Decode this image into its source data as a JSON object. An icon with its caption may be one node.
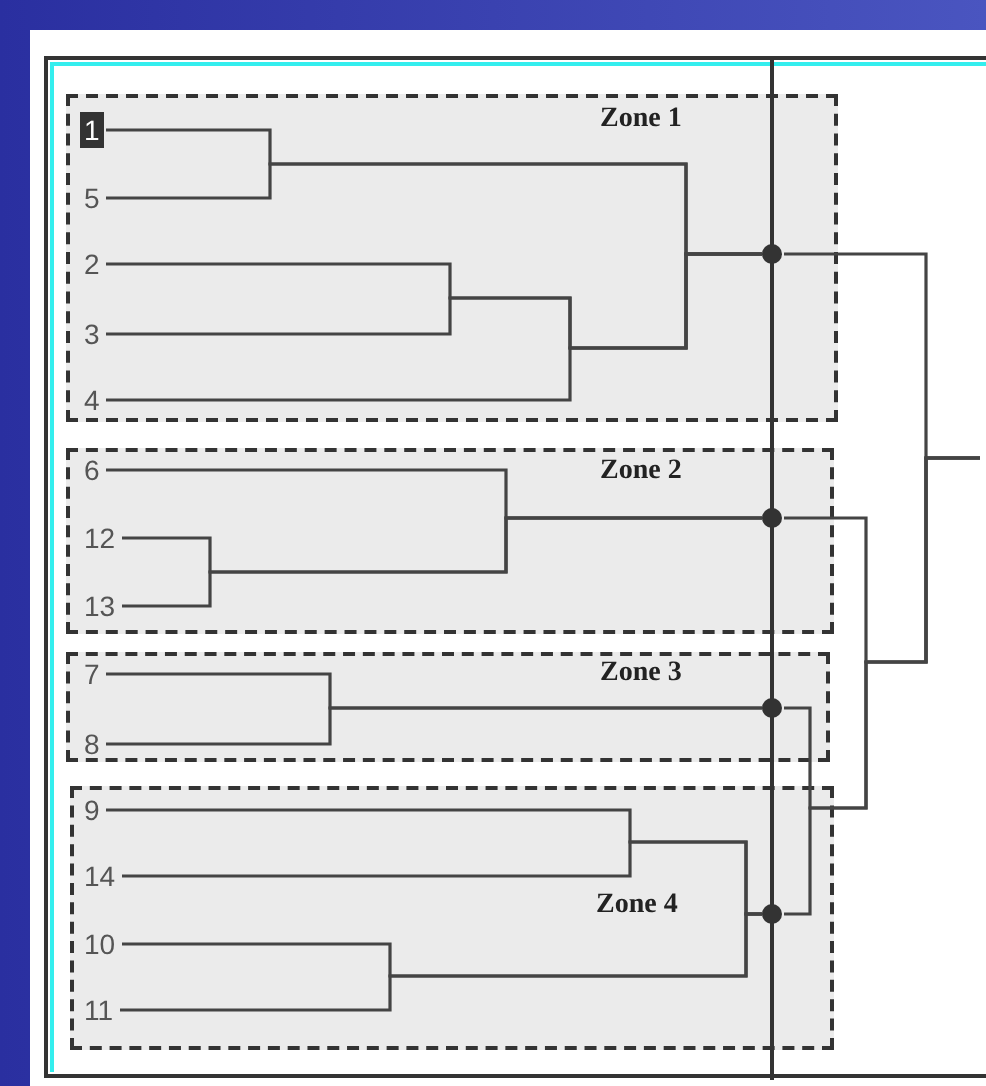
{
  "diagram": {
    "nodes": [
      {
        "text": [
          "Zone 1"
        ]
      },
      {
        "text": [
          "1"
        ],
        "in": 0
      },
      {
        "text": [
          "5"
        ],
        "in": 0
      },
      {
        "text": [
          "2"
        ],
        "in": 0
      },
      {
        "text": [
          "3"
        ],
        "in": 0
      },
      {
        "text": [
          "4"
        ],
        "in": 0
      },
      {
        "text": [
          "Zone 2"
        ]
      },
      {
        "text": [
          "6"
        ],
        "in": 6
      },
      {
        "text": [
          "12"
        ],
        "in": 6
      },
      {
        "text": [
          "13"
        ],
        "in": 6
      },
      {
        "text": [
          "Zone 3"
        ]
      },
      {
        "text": [
          "7"
        ],
        "in": 10
      },
      {
        "text": [
          "8"
        ],
        "in": 10
      },
      {
        "text": [
          "Zone 4"
        ]
      },
      {
        "text": [
          "9"
        ],
        "in": 13
      },
      {
        "text": [
          "14"
        ],
        "in": 13
      },
      {
        "text": [
          "10"
        ],
        "in": 13
      },
      {
        "text": [
          "11"
        ],
        "in": 13
      },
      {
        "text": [],
        "shape": "circle",
        "in": 0
      },
      {
        "text": [],
        "shape": "circle",
        "in": 6
      },
      {
        "text": [],
        "shape": "circle",
        "in": 10
      },
      {
        "text": [],
        "shape": "circle",
        "in": 13
      }
    ],
    "edges": [
      {
        "from": 1,
        "to": 18,
        "arrow": "none"
      },
      {
        "from": 2,
        "to": 18,
        "arrow": "none"
      },
      {
        "from": 3,
        "to": 18,
        "arrow": "none"
      },
      {
        "from": 4,
        "to": 18,
        "arrow": "none"
      },
      {
        "from": 5,
        "to": 18,
        "arrow": "none"
      },
      {
        "from": 7,
        "to": 19,
        "arrow": "none"
      },
      {
        "from": 8,
        "to": 19,
        "arrow": "none"
      },
      {
        "from": 9,
        "to": 19,
        "arrow": "none"
      },
      {
        "from": 11,
        "to": 20,
        "arrow": "none"
      },
      {
        "from": 12,
        "to": 20,
        "arrow": "none"
      },
      {
        "from": 14,
        "to": 21,
        "arrow": "none"
      },
      {
        "from": 15,
        "to": 21,
        "arrow": "none"
      },
      {
        "from": 16,
        "to": 21,
        "arrow": "none"
      },
      {
        "from": 17,
        "to": 21,
        "arrow": "none"
      },
      {
        "from": 18,
        "to": null,
        "arrow": "none"
      },
      {
        "from": 19,
        "to": null,
        "arrow": "none"
      },
      {
        "from": 20,
        "to": null,
        "arrow": "none"
      },
      {
        "from": 21,
        "to": null,
        "arrow": "none"
      }
    ]
  }
}
